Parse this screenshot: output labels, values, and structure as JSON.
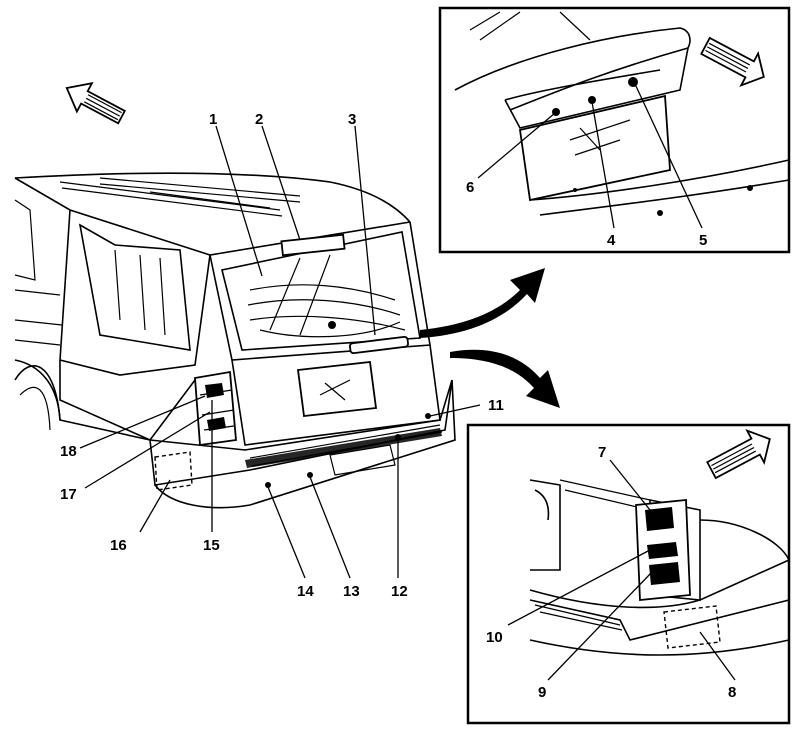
{
  "callouts": [
    "1",
    "2",
    "3",
    "4",
    "5",
    "6",
    "7",
    "8",
    "9",
    "10",
    "11",
    "12",
    "13",
    "14",
    "15",
    "16",
    "17",
    "18"
  ],
  "insets": {
    "top": {
      "callouts": [
        "6",
        "4",
        "5"
      ]
    },
    "bottom": {
      "callouts": [
        "7",
        "10",
        "9",
        "8"
      ]
    }
  },
  "icons": [
    "direction-arrow-icon",
    "direction-arrow-icon",
    "direction-arrow-icon"
  ]
}
